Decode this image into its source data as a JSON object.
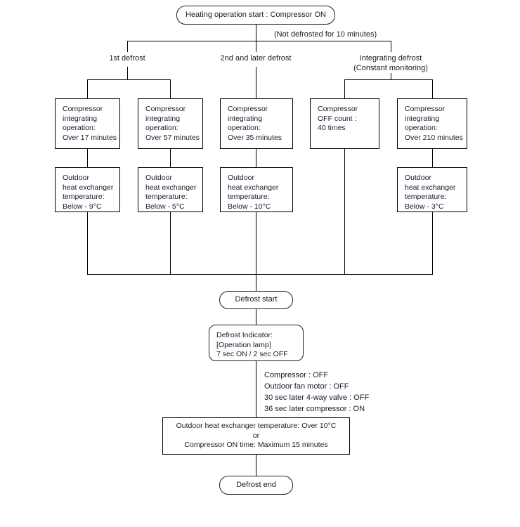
{
  "diagram": {
    "title": "Heating operation defrost control flowchart",
    "line_color": "#000000",
    "text_color": "#1a1a2e",
    "background": "#ffffff"
  },
  "start": {
    "label": "Heating operation start : Compressor ON"
  },
  "annotations": {
    "not_defrosted": "(Not defrosted for 10 minutes)",
    "actions": "Compressor : OFF\nOutdoor fan motor : OFF\n30 sec later 4-way valve : OFF\n36 sec later compressor : ON"
  },
  "branches": [
    {
      "name": "first-defrost",
      "label": "1st defrost"
    },
    {
      "name": "second-and-later-defrost",
      "label": "2nd and later defrost"
    },
    {
      "name": "integrating-defrost",
      "label": "Integrating defrost\n(Constant monitoring)"
    }
  ],
  "condition_columns": [
    {
      "name": "col-1",
      "branch": "1st defrost",
      "compressor": "Compressor\nintegrating\noperation:\nOver 17 minutes",
      "temperature": "Outdoor\nheat exchanger\ntemperature:\nBelow - 9°C"
    },
    {
      "name": "col-2",
      "branch": "1st defrost",
      "compressor": "Compressor\nintegrating\noperation:\nOver 57 minutes",
      "temperature": "Outdoor\nheat exchanger\ntemperature:\nBelow - 5°C"
    },
    {
      "name": "col-3",
      "branch": "2nd and later defrost",
      "compressor": "Compressor\nintegrating\noperation:\nOver 35 minutes",
      "temperature": "Outdoor\nheat exchanger\ntemperature:\nBelow - 10°C"
    },
    {
      "name": "col-4",
      "branch": "Integrating defrost",
      "compressor": "Compressor\nOFF count :\n40 times",
      "temperature": null
    },
    {
      "name": "col-5",
      "branch": "Integrating defrost",
      "compressor": "Compressor\nintegrating\noperation:\nOver 210 minutes",
      "temperature": "Outdoor\nheat exchanger\ntemperature:\nBelow - 3°C"
    }
  ],
  "defrost_start": {
    "label": "Defrost start"
  },
  "defrost_indicator": {
    "label": "Defrost Indicator:\n[Operation lamp]\n7 sec ON / 2 sec OFF"
  },
  "end_condition": {
    "label": "Outdoor heat exchanger temperature: Over 10°C\nor\nCompressor ON time: Maximum 15 minutes"
  },
  "defrost_end": {
    "label": "Defrost end"
  }
}
